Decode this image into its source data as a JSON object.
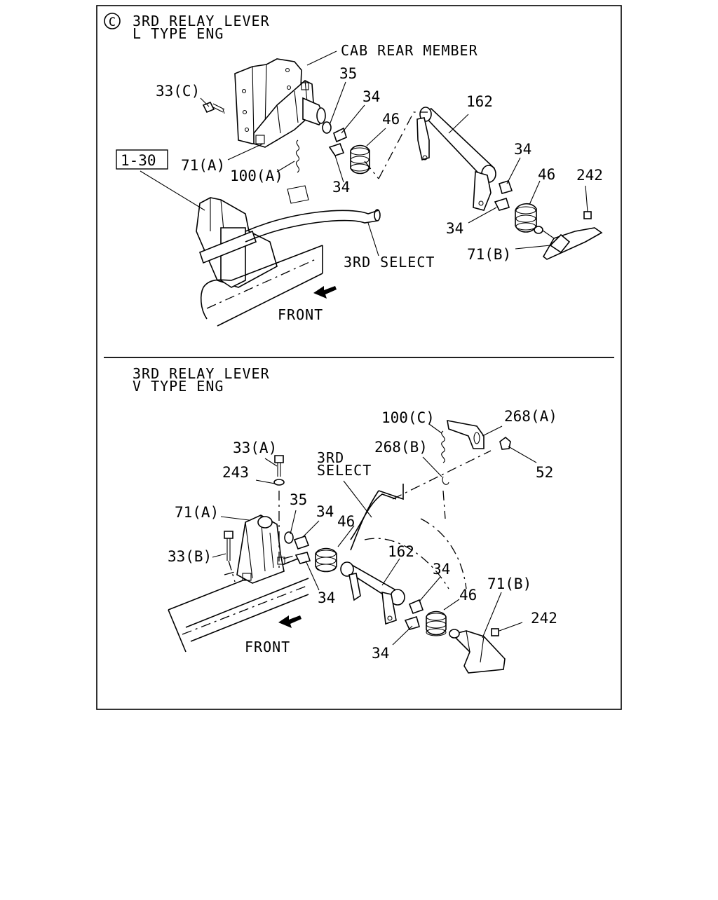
{
  "panels": [
    {
      "title_lines": [
        "3RD RELAY LEVER",
        "L TYPE ENG"
      ],
      "mark": "C",
      "callouts": [
        "CAB REAR MEMBER",
        "35",
        "34",
        "33(C)",
        "46",
        "162",
        "34",
        "46",
        "242",
        "1-30",
        "71(A)",
        "100(A)",
        "34",
        "34",
        "71(B)",
        "3RD SELECT",
        "FRONT"
      ]
    },
    {
      "title_lines": [
        "3RD RELAY LEVER",
        "V TYPE ENG"
      ],
      "callouts": [
        "100(C)",
        "268(A)",
        "33(A)",
        "268(B)",
        "52",
        "3RD",
        "SELECT",
        "243",
        "35",
        "34",
        "46",
        "71(A)",
        "162",
        "33(B)",
        "34",
        "34",
        "46",
        "71(B)",
        "242",
        "FRONT",
        "34"
      ]
    }
  ]
}
